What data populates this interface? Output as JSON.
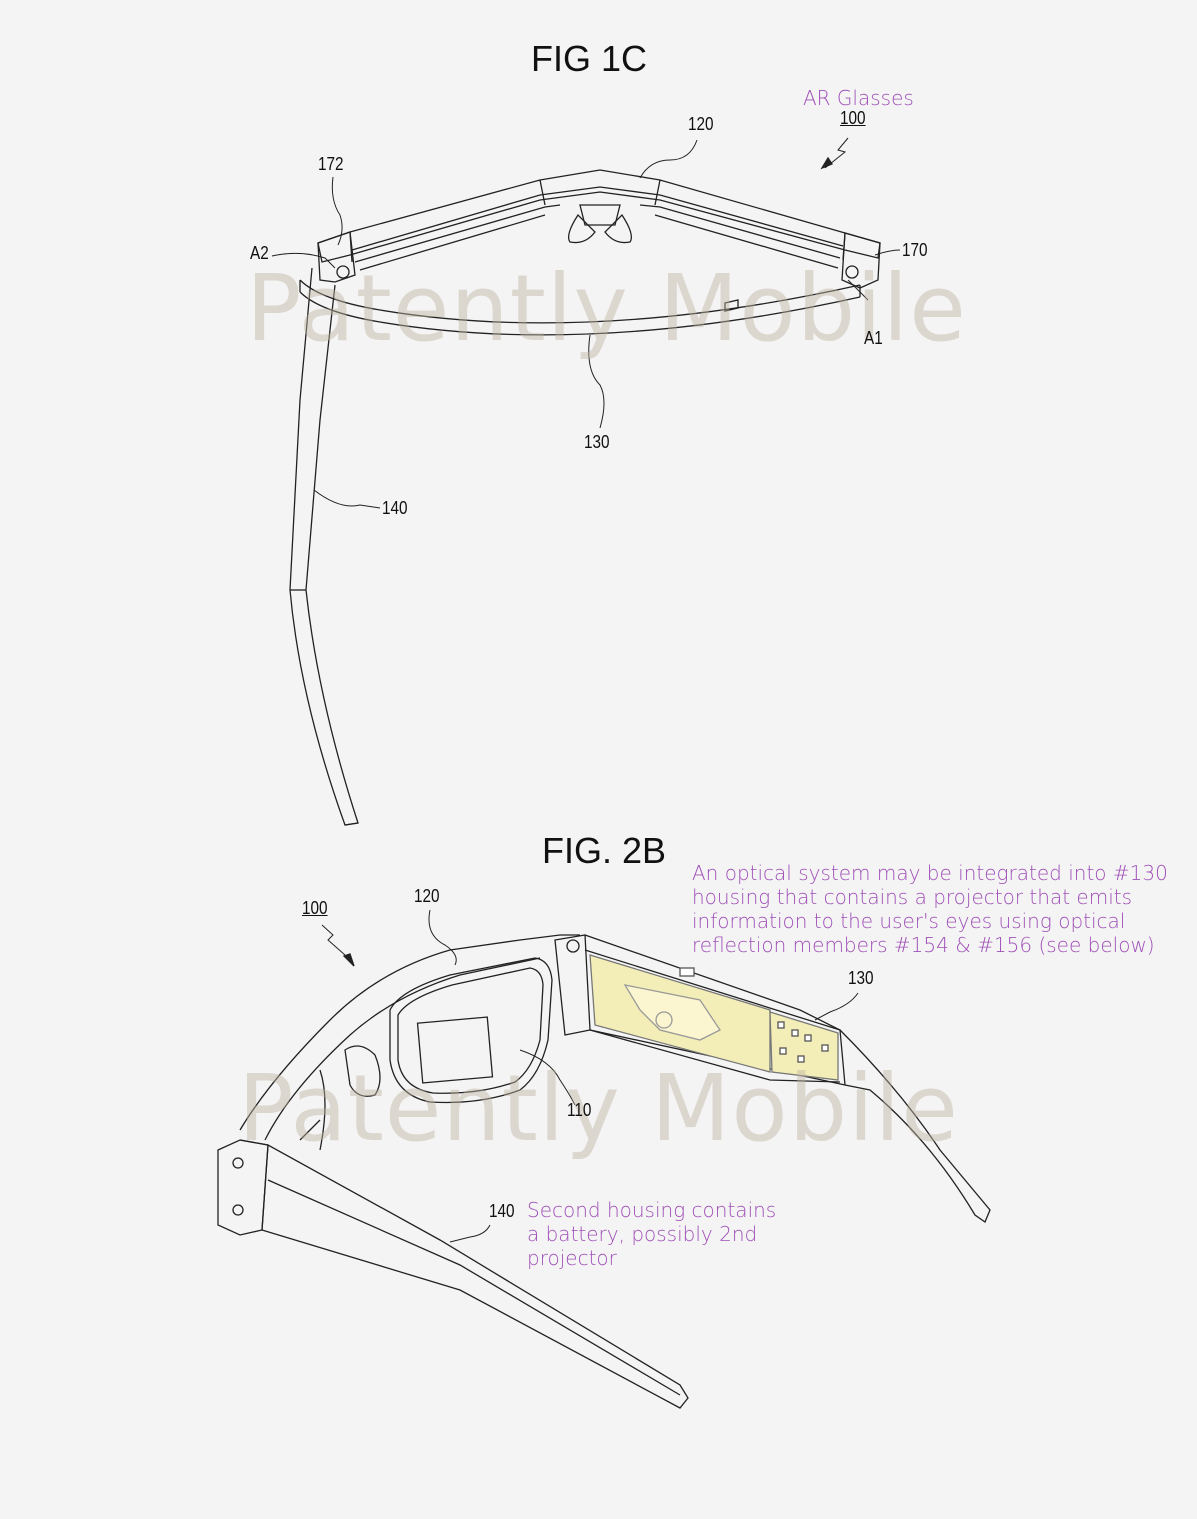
{
  "fig1c": {
    "title": "FIG 1C",
    "device_label": "AR Glasses",
    "refs": {
      "r100": "100",
      "r120": "120",
      "r172": "172",
      "r170": "170",
      "a2": "A2",
      "a1": "A1",
      "r130": "130",
      "r140": "140"
    }
  },
  "fig2b": {
    "title": "FIG. 2B",
    "refs": {
      "r100": "100",
      "r120": "120",
      "r130": "130",
      "r110": "110",
      "r140": "140"
    },
    "note_optical": "An optical system may be integrated into #130\nhousing that contains a projector that emits\ninformation to the user's eyes using optical\nreflection members #154 & #156 (see below)",
    "note_battery": "Second housing contains\na battery, possibly 2nd\nprojector"
  },
  "watermark": "Patently Mobile",
  "colors": {
    "annotation": "#a050b8",
    "circuit": "#f3eeb8",
    "background": "#f4f4f4"
  }
}
